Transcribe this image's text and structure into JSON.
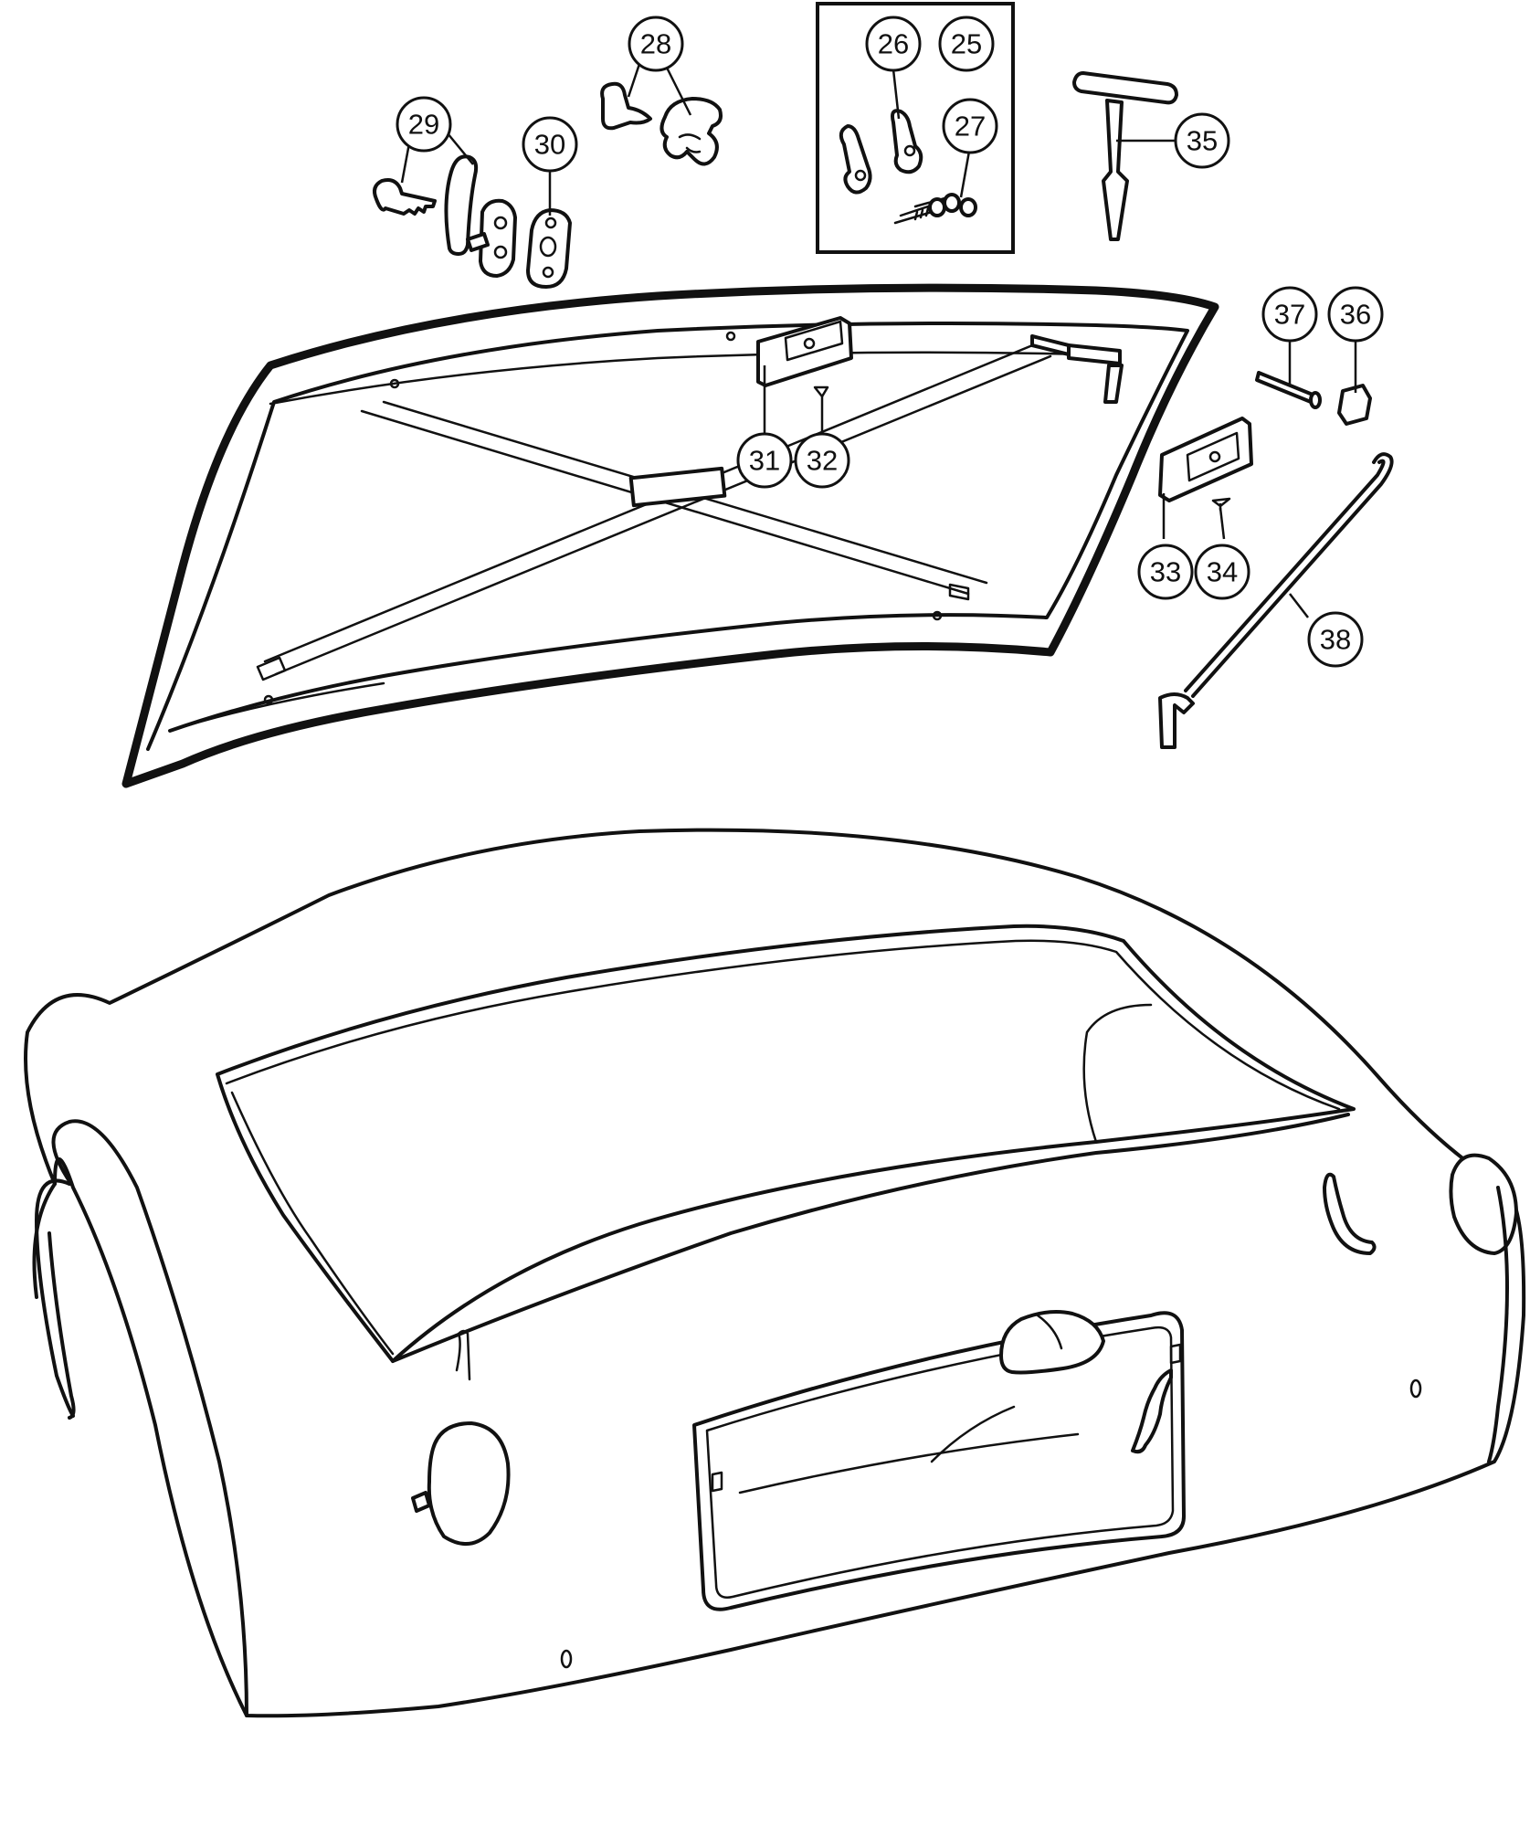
{
  "diagram": {
    "accent_color": "#111111",
    "background_color": "#ffffff",
    "callouts": [
      {
        "id": "c25",
        "label": "25"
      },
      {
        "id": "c26",
        "label": "26"
      },
      {
        "id": "c27",
        "label": "27"
      },
      {
        "id": "c28",
        "label": "28"
      },
      {
        "id": "c29",
        "label": "29"
      },
      {
        "id": "c30",
        "label": "30"
      },
      {
        "id": "c31",
        "label": "31"
      },
      {
        "id": "c32",
        "label": "32"
      },
      {
        "id": "c33",
        "label": "33"
      },
      {
        "id": "c34",
        "label": "34"
      },
      {
        "id": "c35",
        "label": "35"
      },
      {
        "id": "c36",
        "label": "36"
      },
      {
        "id": "c37",
        "label": "37"
      },
      {
        "id": "c38",
        "label": "38"
      }
    ]
  }
}
